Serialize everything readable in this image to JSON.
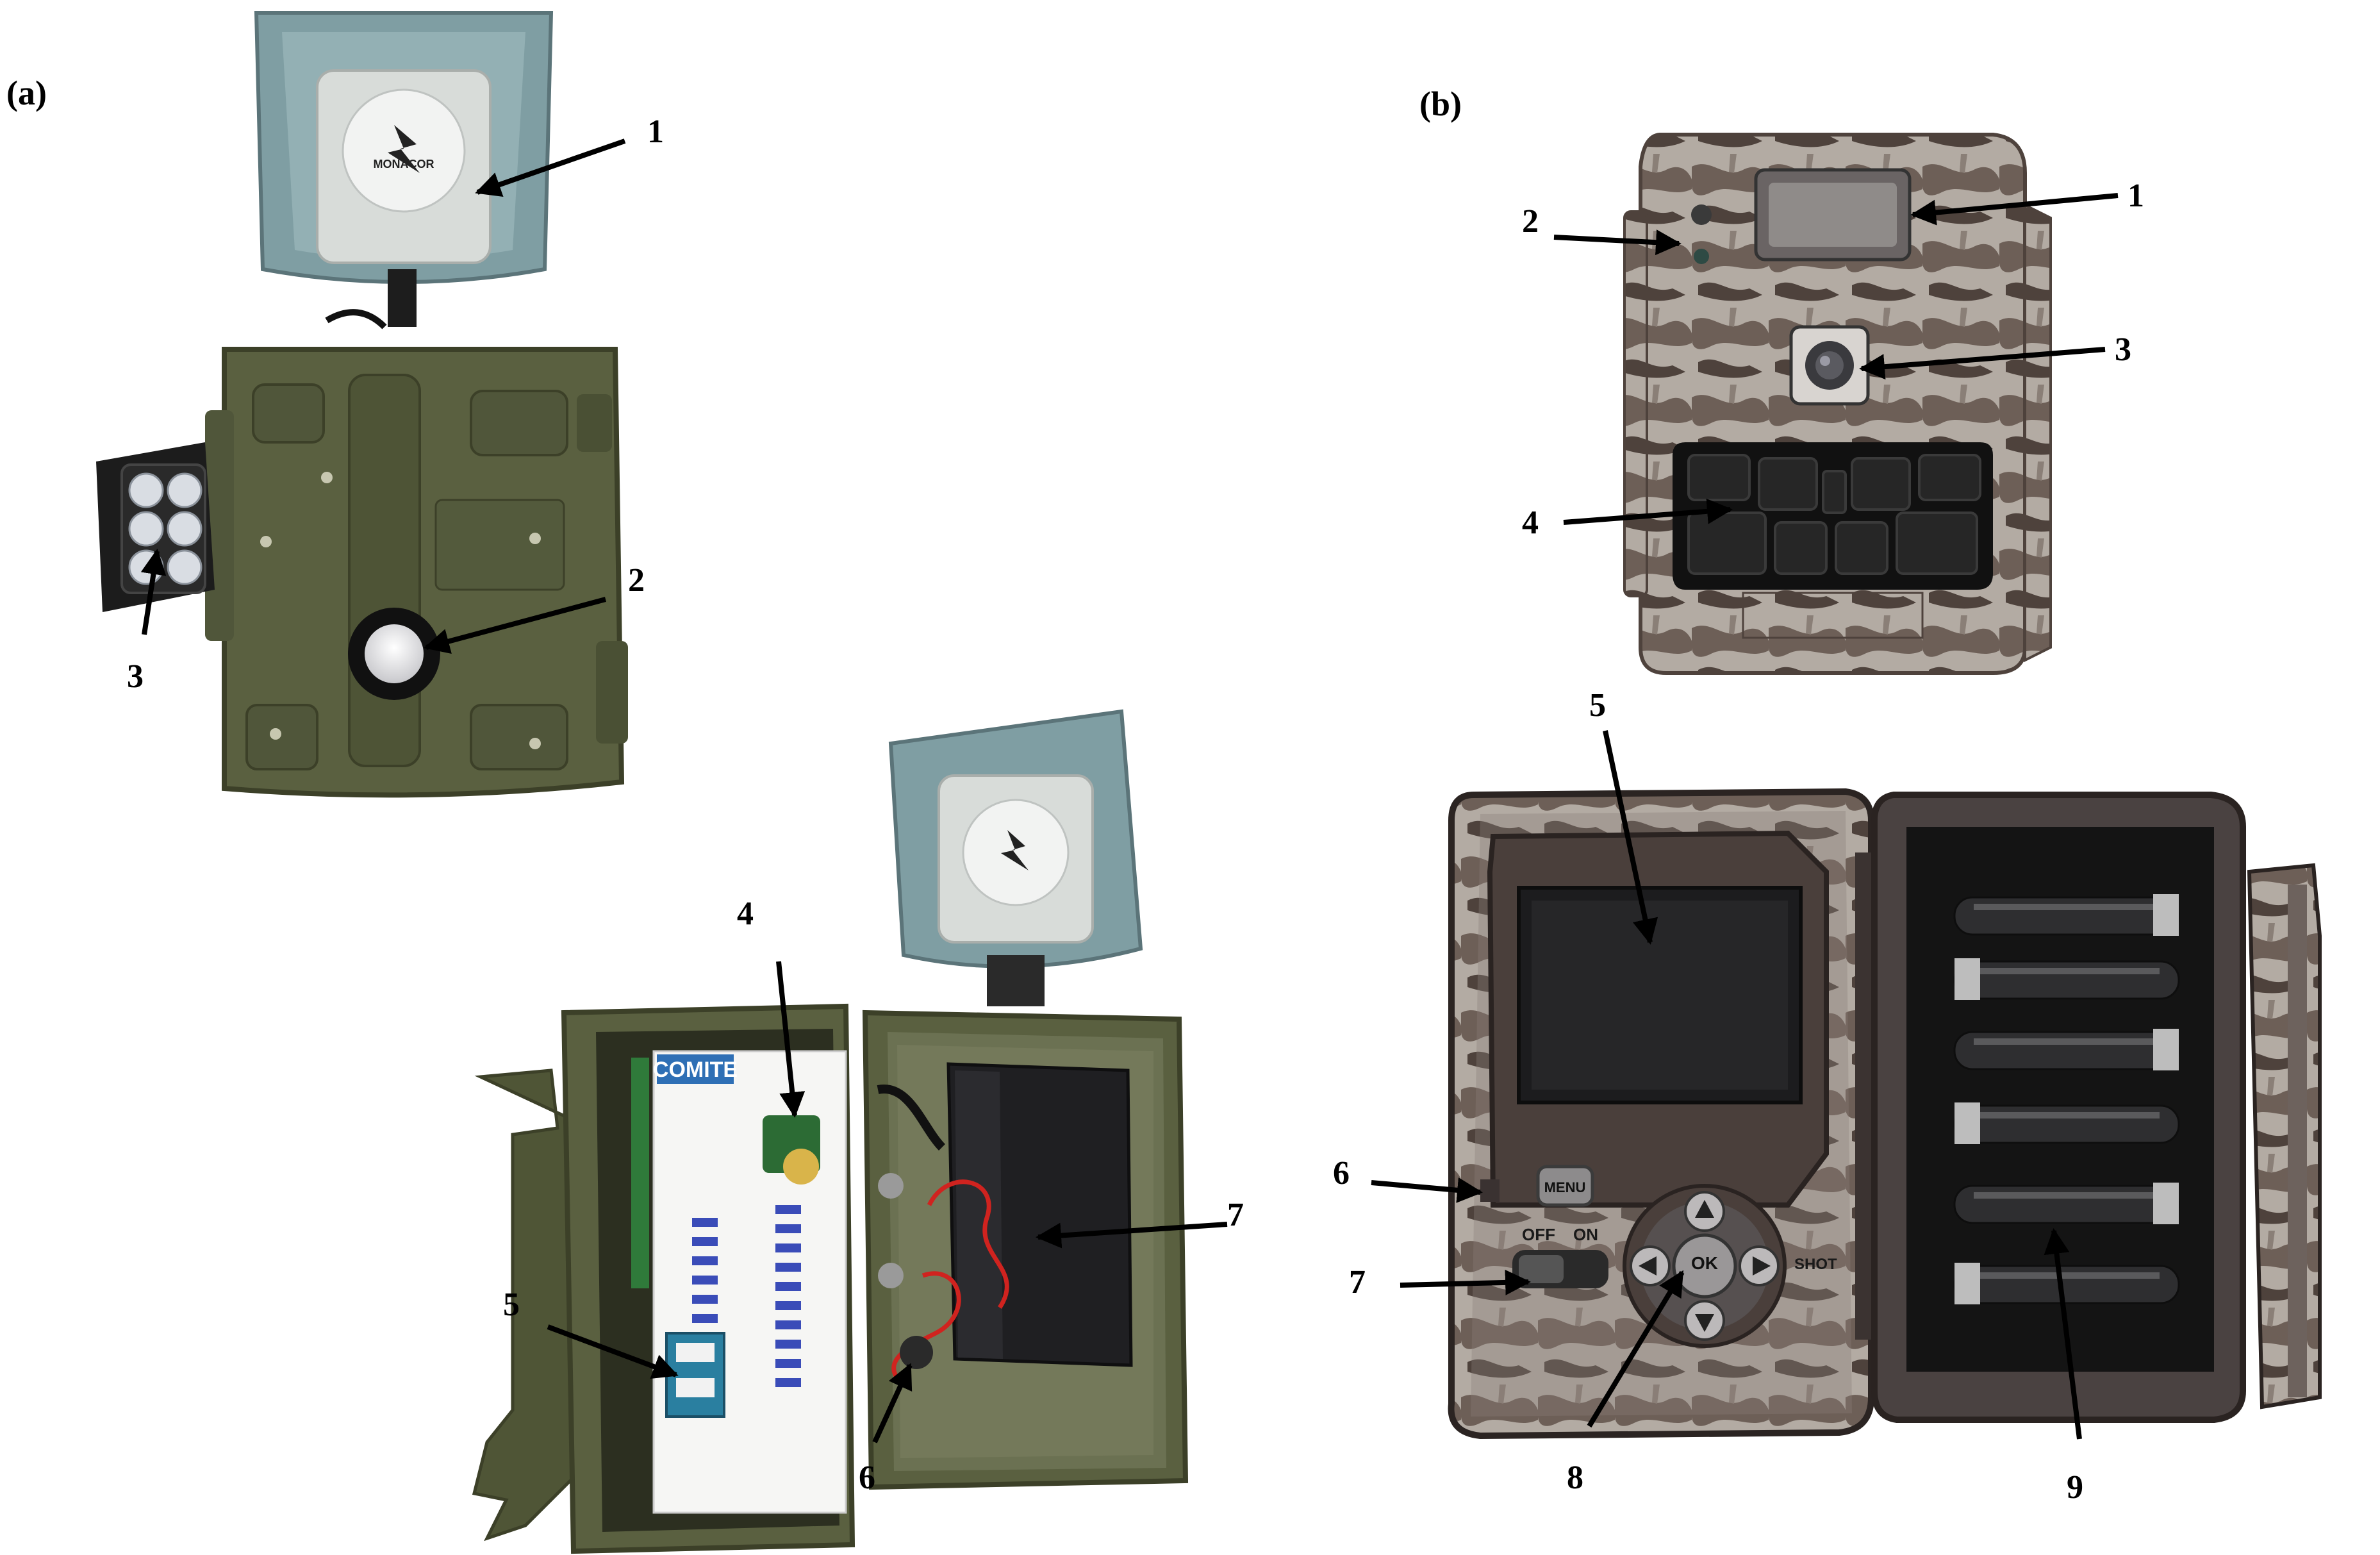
{
  "panels": [
    {
      "id": "a",
      "label": "(a)",
      "device": "deterrent-box",
      "brand_text": "MONACOR",
      "board_brand_text": "COMITE",
      "callouts": [
        "1",
        "2",
        "3",
        "4",
        "5",
        "6",
        "7"
      ]
    },
    {
      "id": "b",
      "label": "(b)",
      "device": "trail-camera",
      "buttons": {
        "menu": "MENU",
        "off": "OFF",
        "on": "ON",
        "ok": "OK",
        "shot": "SHOT"
      },
      "callouts": [
        "1",
        "2",
        "3",
        "4",
        "5",
        "6",
        "7",
        "8",
        "9"
      ]
    }
  ],
  "colors": {
    "olive_case": "#5a6040",
    "olive_dark": "#3c4028",
    "horn_blue": "#7f9ea3",
    "speaker_grey": "#d8dcd9",
    "camo_light": "#b3aba3",
    "camo_dark": "#5a4d46",
    "black": "#111111"
  }
}
